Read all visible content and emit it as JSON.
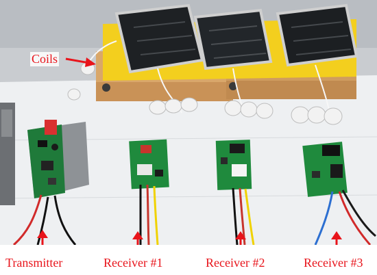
{
  "figure": {
    "labels": {
      "coils": "Coils",
      "transmitter": "Transmitter",
      "receiver_1": "Receiver #1",
      "receiver_2": "Receiver #2",
      "receiver_3": "Receiver #3"
    },
    "colors": {
      "label": "#e8141b",
      "table": "#eef0f2",
      "pcb": "#1f7a3a",
      "coil_pad": "#1e2124",
      "yellow_sheet": "#f3cf1e",
      "cardboard": "#d9a76a"
    }
  }
}
